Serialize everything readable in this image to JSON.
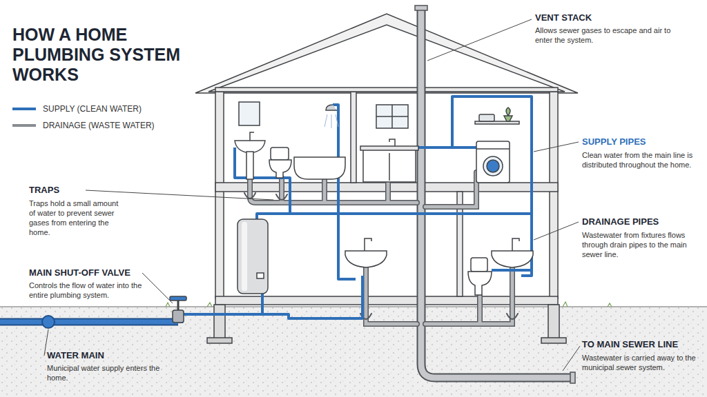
{
  "diagram": {
    "title": "HOW A HOME PLUMBING SYSTEM WORKS",
    "labels": [
      "VENT STACK",
      "Allows sewer gases to escape and air to enter the system.",
      "SUPPLY PIPES",
      "Clean water from the main line is distributed throughout the home.",
      "DRAINAGE PIPES",
      "Wastewater from fixtures flows through drain pipes to the main sewer line.",
      "TRAPS",
      "Traps hold a small amount of water to prevent sewer gases from entering the home.",
      "MAIN SHUT-OFF VALVE",
      "Controls the flow of water into the entire plumbing system.",
      "WATER MAIN",
      "Municipal water supply enters the home.",
      "TO MAIN SEWER LINE",
      "Wastewater is carried away to the municipal sewer system."
    ],
    "legend": [
      {
        "text": "SUPPLY (CLEAN WATER)"
      },
      {
        "text": "DRAINAGE (WASTE WATER)"
      }
    ]
  }
}
